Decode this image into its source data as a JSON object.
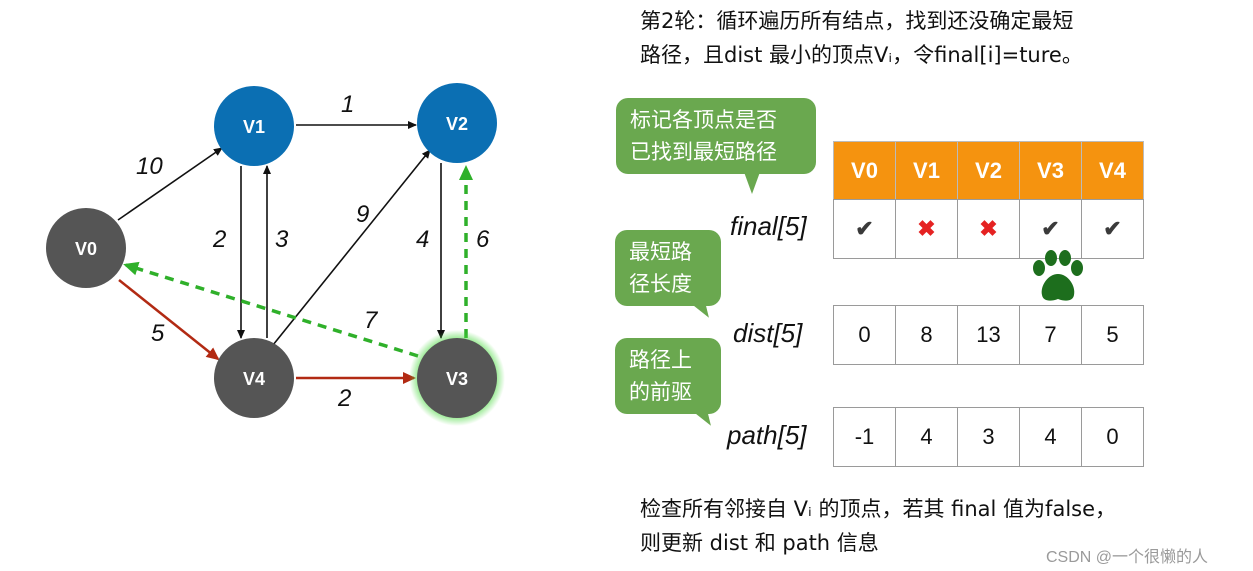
{
  "graph": {
    "nodes": {
      "v0": "V0",
      "v1": "V1",
      "v2": "V2",
      "v3": "V3",
      "v4": "V4"
    },
    "edges": {
      "v0_v1": "10",
      "v1_v2": "1",
      "v1_v4": "2",
      "v4_v1": "3",
      "v4_v2": "9",
      "v2_v3": "4",
      "v3_v2": "6",
      "v0_v4": "5",
      "v4_v3": "2",
      "v3_v0": "7"
    },
    "colors": {
      "visited_node": "#555555",
      "unvisited_node": "#0b6fb3",
      "shortest_edge": "#b22a13",
      "candidate_edge": "#2fb02a",
      "normal_edge": "#111111"
    }
  },
  "description_top": {
    "line1": "第2轮：循环遍历所有结点，找到还没确定最短",
    "line2": "路径，且dist 最小的顶点Vᵢ，令final[i]=ture。"
  },
  "callouts": {
    "final": {
      "line1": "标记各顶点是否",
      "line2": "已找到最短路径"
    },
    "dist": {
      "line1": "最短路",
      "line2": "径长度"
    },
    "path": {
      "line1": "路径上",
      "line2": "的前驱"
    }
  },
  "row_labels": {
    "final": "final[5]",
    "dist": "dist[5]",
    "path": "path[5]"
  },
  "table": {
    "headers": [
      "V0",
      "V1",
      "V2",
      "V3",
      "V4"
    ],
    "final": [
      "✔",
      "✖",
      "✖",
      "✔",
      "✔"
    ],
    "dist": [
      "0",
      "8",
      "13",
      "7",
      "5"
    ],
    "path": [
      "-1",
      "4",
      "3",
      "4",
      "0"
    ]
  },
  "description_bottom": {
    "line1": "检查所有邻接自 Vᵢ 的顶点，若其 final 值为false，",
    "line2": "则更新 dist 和 path 信息"
  },
  "watermark": "CSDN @一个很懒的人"
}
